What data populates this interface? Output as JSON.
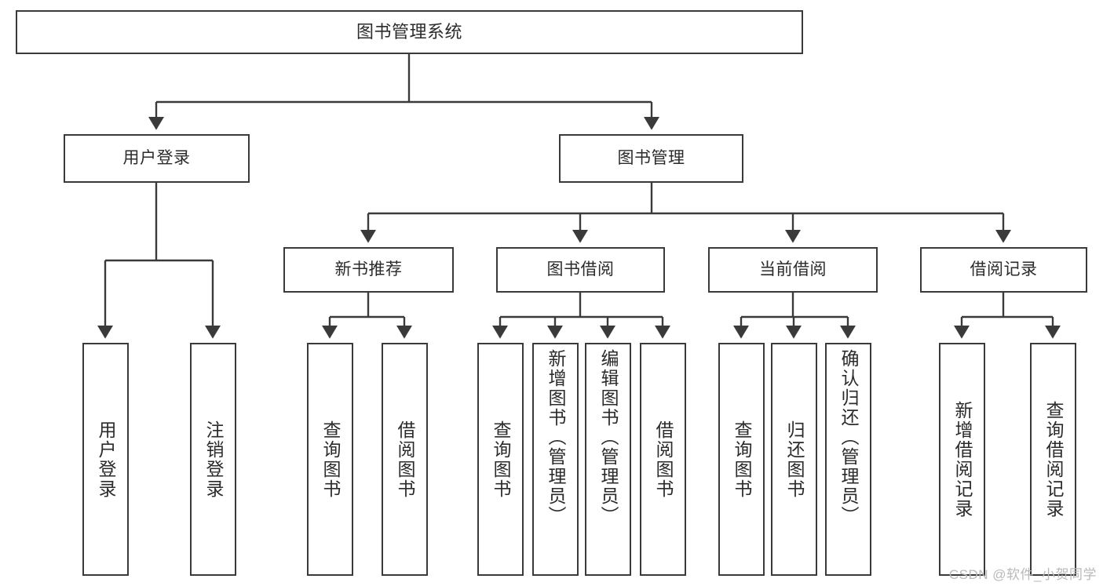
{
  "diagram": {
    "type": "hierarchy-tree",
    "title": "图书管理系统",
    "orientation": "top-down",
    "colors": {
      "box_border": "#3a3a3a",
      "box_fill": "#ffffff",
      "connector": "#3a3a3a",
      "text": "#2b2b2b",
      "watermark": "#b9b9b9",
      "background": "#ffffff"
    },
    "levels": {
      "root": {
        "label": "图书管理系统"
      },
      "level2": [
        {
          "label": "用户登录"
        },
        {
          "label": "图书管理"
        }
      ],
      "level3": [
        {
          "label": "新书推荐"
        },
        {
          "label": "图书借阅"
        },
        {
          "label": "当前借阅"
        },
        {
          "label": "借阅记录"
        }
      ],
      "leaves": {
        "user_login": [
          {
            "label": "用户登录"
          },
          {
            "label": "注销登录"
          }
        ],
        "new_book_recommend": [
          {
            "label": "查询图书"
          },
          {
            "label": "借阅图书"
          }
        ],
        "book_borrow": [
          {
            "label": "查询图书"
          },
          {
            "label": "新增图书（管理员）"
          },
          {
            "label": "编辑图书（管理员）"
          },
          {
            "label": "借阅图书"
          }
        ],
        "current_borrow": [
          {
            "label": "查询图书"
          },
          {
            "label": "归还图书"
          },
          {
            "label": "确认归还（管理员）"
          }
        ],
        "borrow_record": [
          {
            "label": "新增借阅记录"
          },
          {
            "label": "查询借阅记录"
          }
        ]
      }
    }
  },
  "watermark": {
    "text": "CSDN @软件_小贺同学"
  }
}
